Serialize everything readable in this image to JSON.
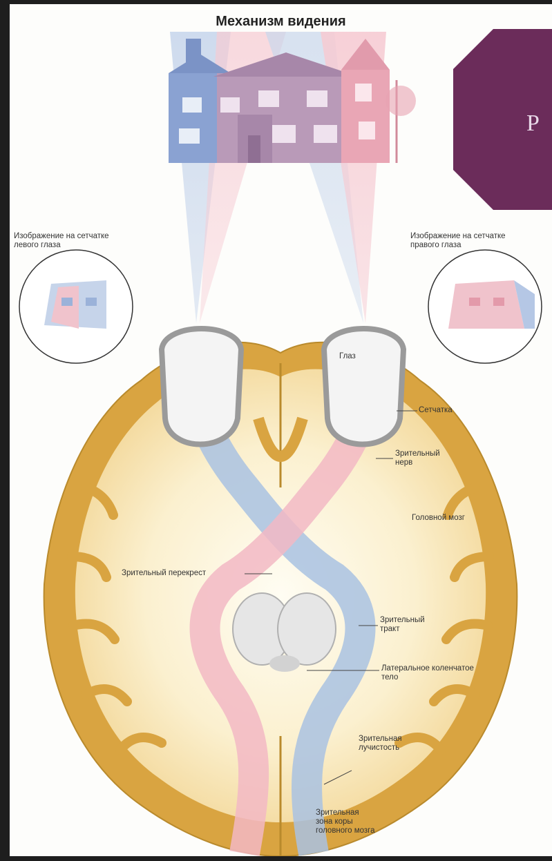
{
  "title": "Механизм видения",
  "labels": {
    "left_retina_1": "Изображение на сетчатке",
    "left_retina_2": "левого глаза",
    "right_retina_1": "Изображение на сетчатке",
    "right_retina_2": "правого глаза",
    "eye": "Глаз",
    "retina": "Сетчатка",
    "optic_nerve_1": "Зрительный",
    "optic_nerve_2": "нерв",
    "brain": "Головной мозг",
    "chiasm": "Зрительный перекрест",
    "optic_tract_1": "Зрительный",
    "optic_tract_2": "тракт",
    "lgn_1": "Латеральное коленчатое",
    "lgn_2": "тело",
    "radiation_1": "Зрительная",
    "radiation_2": "лучистость",
    "cortex_1": "Зрительная",
    "cortex_2": "зона коры",
    "cortex_3": "головного мозга"
  },
  "overlay": {
    "letter": "Р",
    "color": "#6b2c5a"
  },
  "colors": {
    "cortex": "#d9a441",
    "white_matter": "#fbf3d8",
    "left_field": "#a9c2e2",
    "right_field": "#f2b8c4",
    "background": "#fdfdfb"
  }
}
